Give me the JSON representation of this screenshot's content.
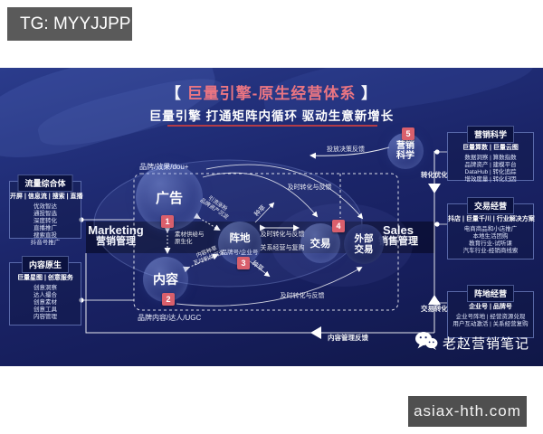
{
  "header": {
    "tg_badge": "TG: MYYJJPP"
  },
  "title": {
    "bracket_left": "【",
    "main": "巨量引擎-原生经营体系",
    "bracket_right": "】",
    "subtitle": "巨量引擎 打通矩阵内循环 驱动生意新增长"
  },
  "left_panels": [
    {
      "header": "流量综合体",
      "subheader": "开屏 | 信息流 | 搜索 | 直播",
      "items": [
        "优效智达",
        "通投智选",
        "深度转化",
        "直播推广",
        "搜索直投",
        "抖音号推广"
      ]
    },
    {
      "header": "内容原生",
      "subheader": "巨量星图 | 创意服务",
      "items": [
        "创意洞察",
        "达人撮合",
        "创意素材",
        "创意工具",
        "内容管理"
      ]
    }
  ],
  "right_panels": [
    {
      "header": "营销科学",
      "subheader": "巨量算数 | 巨量云图",
      "items": [
        "数据洞察 | 算数指数",
        "品牌资产 | 建模平台",
        "DataHub | 转化追踪",
        "增效度量 | 转化归因"
      ]
    },
    {
      "header": "交易经营",
      "subheader": "抖店 | 巨量千川 | 行业解决方案",
      "items": [
        "电商商品和小店推广",
        "本地生活团购",
        "教育行业-试听课",
        "汽车行业-经销商线索"
      ]
    },
    {
      "header": "阵地经营",
      "subheader": "企业号 | 品牌号",
      "items": [
        "企业号阵地 | 经营资源兑现",
        "用户互动激活 | 关系经营复购"
      ]
    }
  ],
  "nodes": {
    "ad": {
      "label": "广告",
      "badge": "1"
    },
    "content": {
      "label": "内容",
      "badge": "2"
    },
    "position": {
      "label": "阵地",
      "sub": "品牌号/企业号",
      "badge": "3"
    },
    "trade": {
      "label": "交易",
      "badge": "4"
    },
    "external": {
      "line1": "外部",
      "line2": "交易"
    },
    "science": {
      "line1": "营销",
      "line2": "科学",
      "badge": "5"
    }
  },
  "band": {
    "marketing_en": "Marketing",
    "marketing_cn": "营销管理",
    "sales_en": "Sales",
    "sales_cn": "销售管理"
  },
  "frame_labels": {
    "top": "品牌/效果/dou+",
    "bottom": "品牌内容/达人/UGC"
  },
  "edge_labels": {
    "decision_feedback": "投放决策反馈",
    "timely_top": "及时转化与反馈",
    "timely_mid": "及时转化与反馈",
    "relation_mid": "关系经营与复购",
    "timely_bottom": "及时转化与反馈",
    "material_line1": "素材供给与",
    "material_line2": "原生化",
    "ad_pos_line1": "引流涨粉",
    "ad_pos_line2": "品牌资产沉淀",
    "content_pos_line1": "内容种草",
    "content_pos_line2": "互动粉丝沉淀",
    "seed_top": "种草",
    "seed_bottom": "种草",
    "conv_opt": "转化优化",
    "trade_conv": "交易转化",
    "content_mgmt": "内容管理反馈"
  },
  "footer": {
    "brand": "老赵营销笔记",
    "watermark": "asiax-hth.com"
  },
  "colors": {
    "accent_pink": "#EA7582",
    "badge_red": "#D95F6C",
    "underline_red": "#B23B47",
    "bg_blue": "#1B2569",
    "tab_bg": "#0B1240"
  }
}
